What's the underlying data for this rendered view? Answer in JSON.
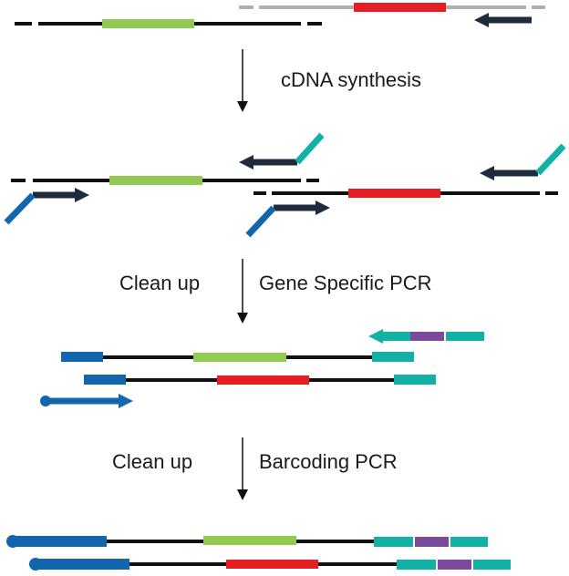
{
  "steps": [
    {
      "action": "cDNA synthesis"
    },
    {
      "pre": "Clean up",
      "action": "Gene Specific PCR"
    },
    {
      "pre": "Clean up",
      "action": "Barcoding PCR"
    }
  ],
  "colors": {
    "rna_template": "#111111",
    "rna_template_2": "#b0b0b0",
    "gene_a": "#92c950",
    "gene_b": "#e41e23",
    "primer_arrow": "#1d2b3a",
    "adapter_5p": "#1266ae",
    "adapter_3p": "#12b1a6",
    "barcode": "#7b4a9c"
  }
}
